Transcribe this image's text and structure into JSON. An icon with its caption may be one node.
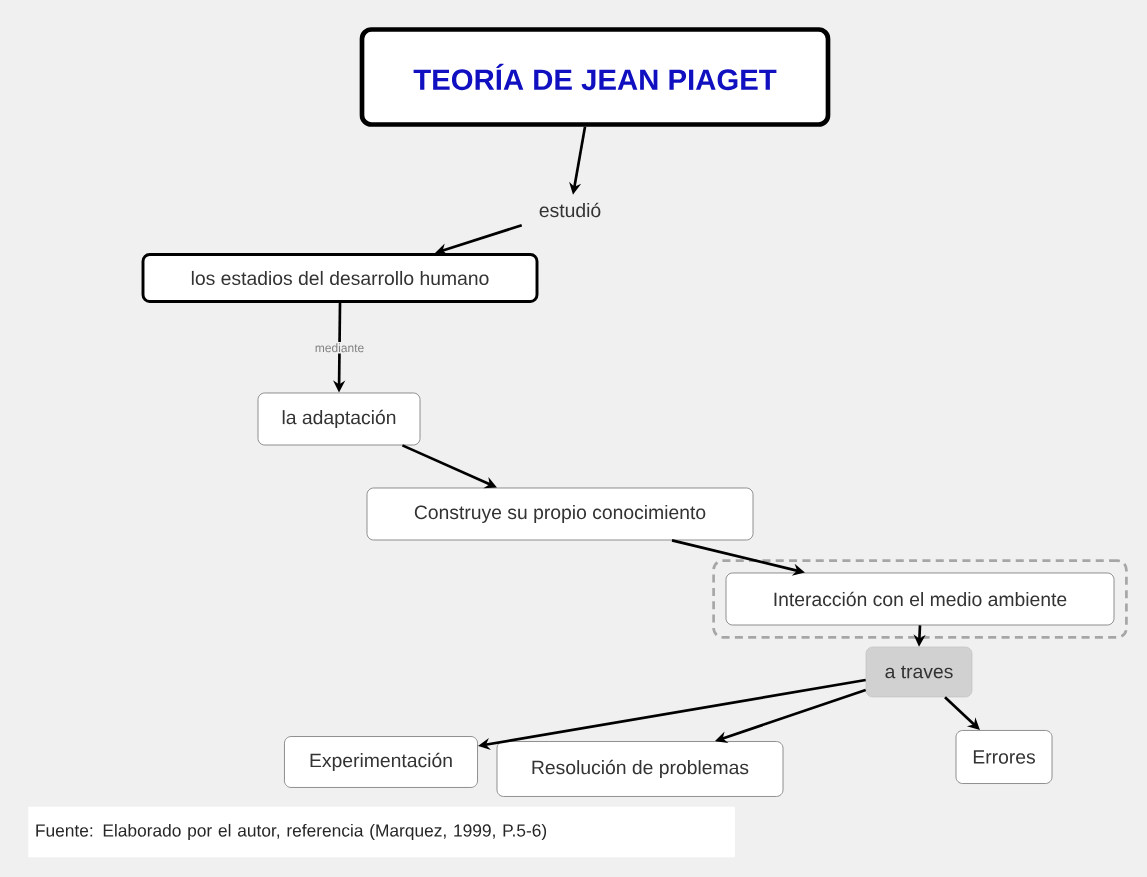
{
  "diagram": {
    "caption": "Fuente: Elaborado por el autor, referencia (Marquez, 1999, P.5-6)",
    "nodes": [
      {
        "text": [
          "TEORÍA DE JEAN PIAGET"
        ]
      },
      {
        "text": [
          "estudió"
        ]
      },
      {
        "text": [
          "los estadios del desarrollo humano"
        ]
      },
      {
        "text": [
          "la adaptación"
        ]
      },
      {
        "text": [
          "Construye su propio conocimiento"
        ]
      },
      {
        "text": [],
        "shape": "box"
      },
      {
        "text": [
          "Interacción con el medio ambiente"
        ],
        "in": 5
      },
      {
        "text": [
          "a traves"
        ]
      },
      {
        "text": [
          "Experimentación"
        ]
      },
      {
        "text": [
          "Resolución de problemas"
        ]
      },
      {
        "text": [
          "Errores"
        ]
      }
    ],
    "edges": [
      {
        "from": 0,
        "to": 1,
        "arrow": "to"
      },
      {
        "from": 1,
        "to": 2,
        "arrow": "to"
      },
      {
        "from": 2,
        "to": 3,
        "arrow": "to",
        "label": "mediante"
      },
      {
        "from": 3,
        "to": 4,
        "arrow": "to"
      },
      {
        "from": 4,
        "to": 6,
        "arrow": "to"
      },
      {
        "from": 6,
        "to": 7,
        "arrow": "to"
      },
      {
        "from": 7,
        "to": 8,
        "arrow": "to"
      },
      {
        "from": 7,
        "to": 9,
        "arrow": "to"
      },
      {
        "from": 7,
        "to": 10,
        "arrow": "to"
      }
    ]
  }
}
